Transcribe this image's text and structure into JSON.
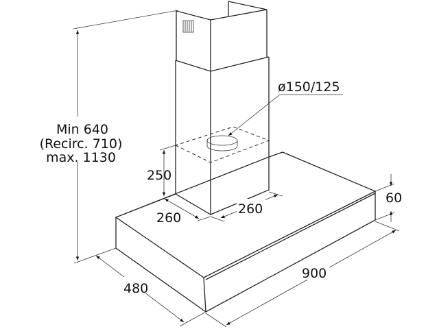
{
  "dimensions": {
    "height_min": "Min 640",
    "height_recirc": "(Recirc. 710)",
    "height_max": "max. 1130",
    "duct_diameter": "ø150/125",
    "chimney_height": "250",
    "chimney_depth": "260",
    "chimney_width": "260",
    "hood_depth": "480",
    "hood_width": "900",
    "hood_thickness": "60"
  }
}
